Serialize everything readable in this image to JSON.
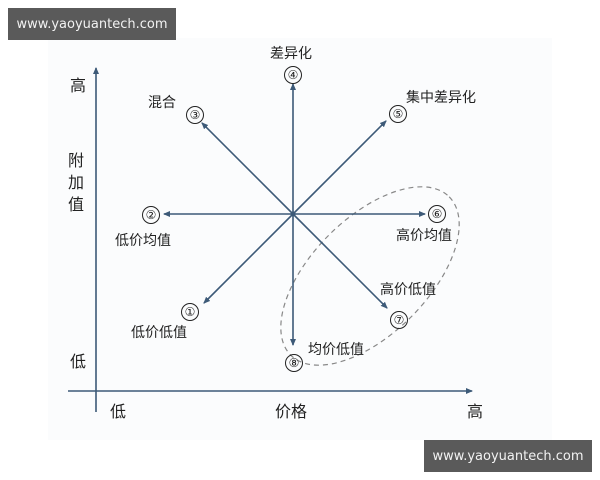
{
  "watermarks": {
    "top": "www.yaoyuantech.com",
    "bottom": "www.yaoyuantech.com"
  },
  "axes": {
    "y": {
      "label": "附加值",
      "chars": [
        "附",
        "加",
        "值"
      ],
      "high": "高",
      "low": "低"
    },
    "x": {
      "label": "价格",
      "high": "高",
      "low": "低"
    }
  },
  "colors": {
    "line": "#3d5a78",
    "dashed": "#888888",
    "text": "#222222"
  },
  "strategies": [
    {
      "num": "①",
      "label": "低价低值",
      "direction": "down-left"
    },
    {
      "num": "②",
      "label": "低价均值",
      "direction": "left"
    },
    {
      "num": "③",
      "label": "混合",
      "direction": "up-left"
    },
    {
      "num": "④",
      "label": "差异化",
      "direction": "up"
    },
    {
      "num": "⑤",
      "label": "集中差异化",
      "direction": "up-right"
    },
    {
      "num": "⑥",
      "label": "高价均值",
      "direction": "right"
    },
    {
      "num": "⑦",
      "label": "高价低值",
      "direction": "down-right"
    },
    {
      "num": "⑧",
      "label": "均价低值",
      "direction": "down"
    }
  ],
  "highlight": {
    "shape": "dashed-ellipse",
    "encloses": [
      "⑥",
      "⑦",
      "⑧"
    ]
  }
}
